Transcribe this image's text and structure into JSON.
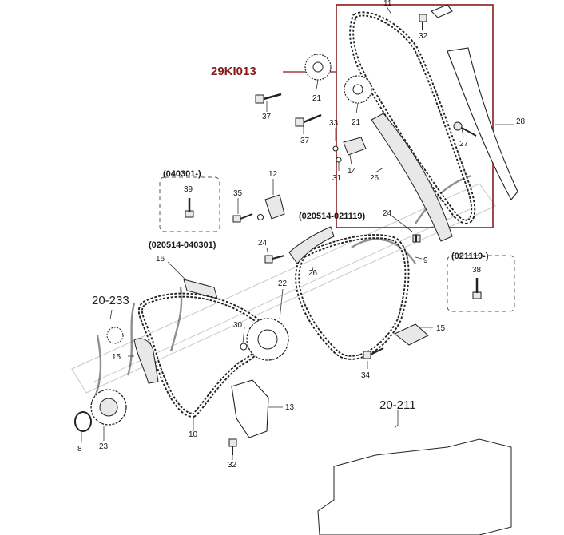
{
  "diagram": {
    "title_code": "29KI013",
    "highlight_color": "#8b1a1a",
    "line_color": "#222222",
    "part_numbers": {
      "p11": "11",
      "p32_top": "32",
      "p21_a": "21",
      "p21_b": "21",
      "p37_a": "37",
      "p37_b": "37",
      "p33": "33",
      "p14": "14",
      "p31": "31",
      "p26_a": "26",
      "p28": "28",
      "p27": "27",
      "p12": "12",
      "p35": "35",
      "p39": "39",
      "p24_a": "24",
      "p24_b": "24",
      "p9": "9",
      "p16": "16",
      "p26_b": "26",
      "p38": "38",
      "p22": "22",
      "p30": "30",
      "p15_a": "15",
      "p15_b": "15",
      "p34": "34",
      "p13": "13",
      "p10": "10",
      "p8": "8",
      "p23": "23",
      "p32_bottom": "32"
    },
    "date_ranges": {
      "range_a": "(040301-)",
      "range_b": "(020514-021119)",
      "range_c": "(020514-040301)",
      "range_d": "(021119-)"
    },
    "references": {
      "ref_a": "20-233",
      "ref_b": "20-211"
    }
  }
}
